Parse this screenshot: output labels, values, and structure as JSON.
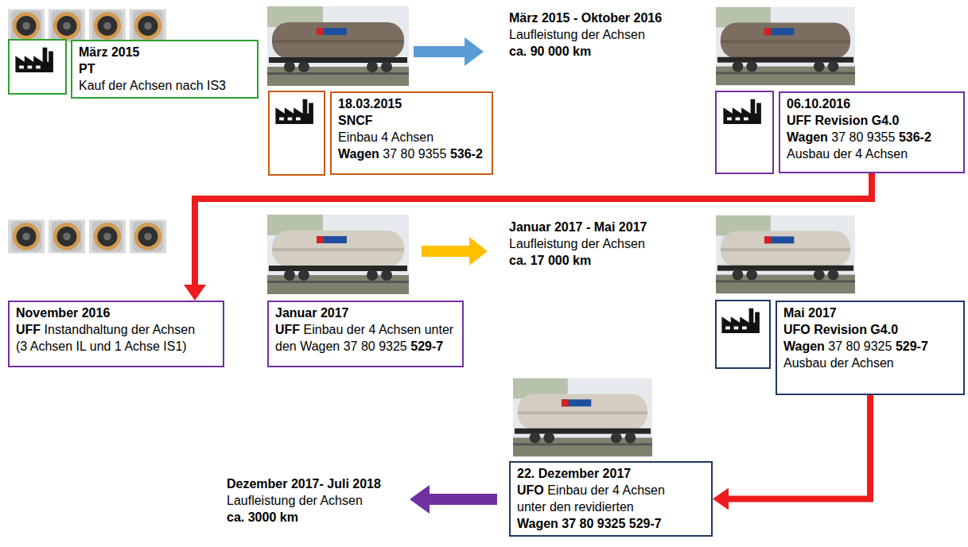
{
  "diagram": {
    "nodes": [
      {
        "text": [
          "März 2015",
          "PT",
          "Kauf der Achsen nach IS3"
        ]
      },
      {
        "text": [
          "18.03.2015",
          "SNCF",
          "Einbau 4 Achsen",
          "Wagen",
          "37 80 9355",
          "536-2"
        ]
      },
      {
        "text": [
          "06.10.2016",
          "UFF Revision G4.0",
          "Wagen",
          "37 80 9355",
          "536-2",
          "Ausbau der 4 Achsen"
        ]
      },
      {
        "text": [
          "November 2016",
          "UFF",
          "Instandhaltung der Achsen",
          "(3 Achsen IL und 1 Achse IS1)"
        ]
      },
      {
        "text": [
          "Januar 2017",
          "UFF",
          "Einbau der 4 Achsen unter",
          "den Wagen 37 80 9325",
          "529-7"
        ]
      },
      {
        "text": [
          "Mai 2017",
          "UFO Revision G4.0",
          "Wagen",
          "37 80 9325",
          "529-7",
          "Ausbau der Achsen"
        ]
      },
      {
        "text": [
          "22. Dezember 2017",
          "UFO",
          "Einbau der 4 Achsen",
          "unter den revidierten",
          "Wagen 37 80 9325 529-7"
        ]
      }
    ],
    "edges": [
      {
        "from": 2,
        "to": 3,
        "arrow": "to"
      },
      {
        "from": 5,
        "to": 6,
        "arrow": "to"
      }
    ],
    "labels": [
      "März 2015 - Oktober 2016",
      "Laufleistung der Achsen",
      "ca. 90 000 km",
      "Januar 2017 - Mai 2017",
      "Laufleistung der Achsen",
      "ca. 17 000 km",
      "Dezember 2017- Juli 2018",
      "Laufleistung der Achsen",
      "ca. 3000 km"
    ]
  }
}
